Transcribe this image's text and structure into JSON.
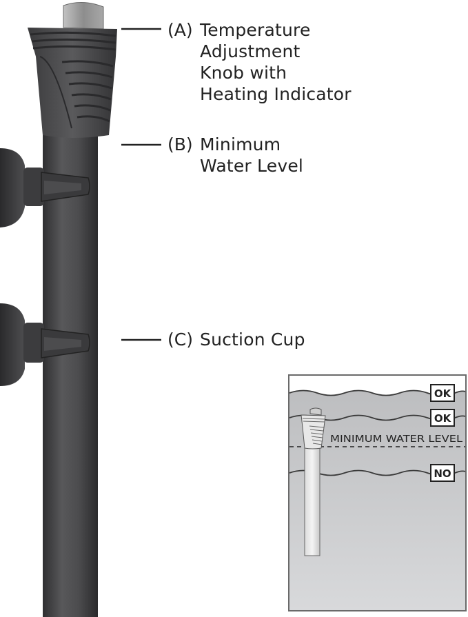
{
  "callouts": [
    {
      "letter": "(A)",
      "label": "Temperature\nAdjustment\nKnob with\nHeating Indicator"
    },
    {
      "letter": "(B)",
      "label": "Minimum\nWater Level"
    },
    {
      "letter": "(C)",
      "label": "Suction Cup"
    }
  ],
  "inset": {
    "badges": [
      "OK",
      "OK",
      "NO"
    ],
    "min_level_label": "MINIMUM WATER LEVEL"
  },
  "colors": {
    "heater_body": "#4a4a4c",
    "heater_dark": "#2e2e30",
    "knob_cap": "#9a9a9a",
    "water_gray": "#c7c8ca",
    "water_dark": "#8e8e90",
    "inset_border": "#6a6a6a"
  }
}
